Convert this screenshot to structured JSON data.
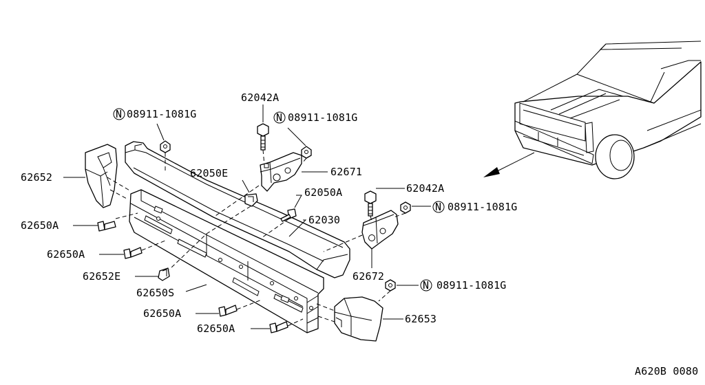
{
  "callouts": {
    "c62042A_top": "62042A",
    "c08911_a": "08911-1081G",
    "c08911_b": "08911-1081G",
    "c08911_c": "08911-1081G",
    "c08911_d": "08911-1081G",
    "c62652": "62652",
    "c62050E": "62050E",
    "c62671": "62671",
    "c62050A": "62050A",
    "c62042A_right": "62042A",
    "c62030": "62030",
    "c62650A_1": "62650A",
    "c62650A_2": "62650A",
    "c62652E": "62652E",
    "c62672": "62672",
    "c62650S": "62650S",
    "c62650A_3": "62650A",
    "c62653": "62653",
    "c62650A_4": "62650A"
  },
  "nut_symbol": "N",
  "diagram_code": "A620B 0080"
}
